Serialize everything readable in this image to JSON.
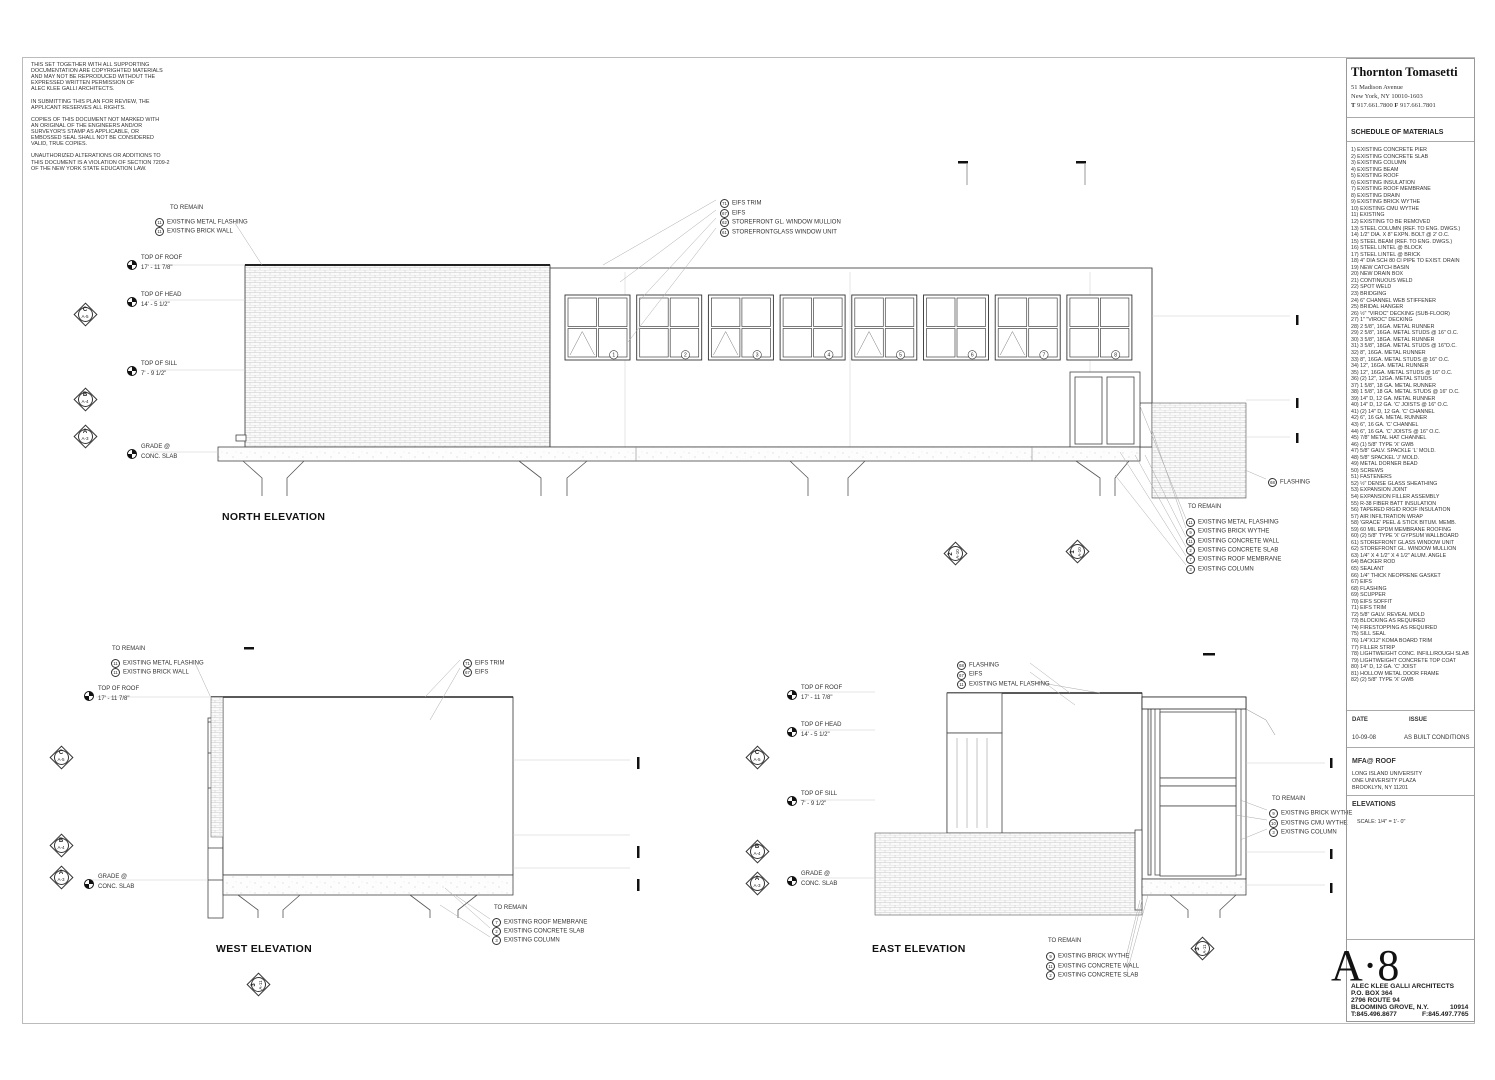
{
  "copyright_notice": [
    "THIS SET TOGETHER WITH ALL SUPPORTING",
    "DOCUMENTATION ARE COPYRIGHTED MATERIALS",
    "AND MAY NOT BE REPRODUCED WITHOUT THE",
    "EXPRESSED WRITTEN PERMISSION OF",
    "ALEC KLEE GALLI ARCHITECTS.",
    "",
    "IN SUBMITTING THIS PLAN FOR REVIEW, THE",
    "APPLICANT RESERVES ALL RIGHTS.",
    "",
    "COPIES OF THIS DOCUMENT NOT MARKED WITH",
    "AN ORIGINAL OF THE ENGINEERS AND/OR",
    "SURVEYOR'S STAMP AS APPLICABLE, OR",
    "EMBOSSED SEAL SHALL NOT BE CONSIDERED",
    "VALID, TRUE COPIES.",
    "",
    "UNAUTHORIZED ALTERATIONS OR ADDITIONS TO",
    "THIS DOCUMENT IS A VIOLATION OF SECTION 7209-2",
    "OF THE NEW YORK STATE EDUCATION LAW."
  ],
  "title_block": {
    "firm": "Thornton Tomasetti",
    "address_1": "51 Madison Avenue",
    "address_2": "New York, NY 10010-1603",
    "phone_label_t": "T",
    "phone_t": "917.661.7800",
    "phone_label_f": "F",
    "phone_f": "917.661.7801",
    "schedule_title": "SCHEDULE OF MATERIALS",
    "materials": [
      "1)   EXISTING CONCRETE PIER",
      "2)   EXISTING CONCRETE SLAB",
      "3)   EXISTING COLUMN",
      "4)   EXISTING  BEAM",
      "5)   EXISTING  ROOF",
      "6)   EXISTING INSULATION",
      "7)   EXISTING ROOF MEMBRANE",
      "8)   EXISTING DRAIN",
      "9)   EXISTING BRICK WYTHE",
      "10) EXISTING CMU WYTHE",
      "11) EXISTING",
      "12) EXISTING TO BE REMOVED",
      "13) STEEL COLUMN (REF. TO ENG. DWGS.)",
      "14) 1/2\" DIA. X 8\" EXPN. BOLT @ 2' O.C.",
      "15) STEEL BEAM (REF. TO ENG. DWGS.)",
      "16) STEEL LINTEL @ BLOCK",
      "17) STEEL LINTEL @ BRICK",
      "18) 4\" DIA SCH 80 CI PIPE TO EXIST. DRAIN",
      "19) NEW CATCH BASIN",
      "20) NEW DRAIN BOX",
      "21) CONTINUOUS WELD",
      "22) SPOT WELD",
      "23) BRIDGING",
      "24) 6\" CHANNEL WEB STIFFENER",
      "25) BRIDAL HANGER",
      "26) ½\" \"VIROC\" DECKING (SUB-FLOOR)",
      "27) 1\" \"VIROC\" DECKING",
      "28) 2 5/8\", 16GA. METAL RUNNER",
      "29) 2 5/8\", 16GA. METAL STUDS @ 16\" O.C.",
      "30) 3  5/8\", 18GA. METAL RUNNER",
      "31) 3  5/8\", 18GA. METAL STUDS @ 16\"O.C.",
      "32) 8\", 16GA. METAL RUNNER",
      "33) 8\", 16GA. METAL STUDS @ 16\" O.C.",
      "34) 12\", 16GA. METAL RUNNER",
      "35) 12\", 16GA. METAL STUDS @ 16\" O.C.",
      "36) (2) 12\", 12GA. METAL STUDS",
      "37) 1 5/8\", 18 GA. METAL RUNNER",
      "38) 1 5/8\", 18 GA. METAL STUDS @ 16\" O.C.",
      "39) 14\" D, 12 GA. METAL RUNNER",
      "40) 14\" D, 12 GA. 'C' JOISTS @ 16\" O.C.",
      "41) (2) 14\" D, 12 GA. 'C' CHANNEL",
      "42) 6\", 16 GA. METAL RUNNER",
      "43) 6\", 16 GA. 'C' CHANNEL",
      "44) 6\", 16 GA. 'C' JOISTS @ 16\" O.C.",
      "45) 7/8\" METAL HAT CHANNEL",
      "46) (1) 5/8\" TYPE 'X' GWB",
      "47) 5/8\" GALV. SPACKLE 'L' MOLD.",
      "48) 5/8\" SPACKEL 'J' MOLD.",
      "49) METAL DORNER BEAD",
      "50) SCREWS",
      "51) FASTENERS",
      "52) ½\" DENSE GLASS SHEATHING",
      "53) EXPANSION JOINT",
      "54) EXPANSION FILLER ASSEMBLY",
      "55) R-38 FIBER BATT INSULATION",
      "56) TAPERED RIGID ROOF INSULATION",
      "57) AIR INFILTRATION WRAP",
      "58) 'GRACE' PEEL & STICK BITUM. MEMB.",
      "59) 60 MIL EPDM MEMBRANE ROOFING",
      "60) (2) 5/8\" TYPE 'X' GYPSUM WALLBOARD",
      "61) STOREFRONT GLASS WINDOW UNIT",
      "62) STOREFRONT GL. WINDOW MULLION",
      "63) 1/4\" X 4 1/2\" X 4 1/2\" ALUM. ANGLE",
      "64) BACKER ROD",
      "65) SEALANT",
      "66) 1/4\" THICK NEOPRENE GASKET",
      "67) EIFS",
      "68) FLASHING",
      "69) SCUPPER",
      "70) EIFS SOFFIT",
      "71) EIFS TRIM",
      "72) 5/8\" GALV. REVEAL MOLD",
      "73) BLOCKING AS REQUIRED",
      "74) FIRESTOPPING AS REQUIRED",
      "75) SILL SEAL",
      "76) 1/4\"X12\" KOMA BOARD TRIM",
      "77) FILLER STRIP",
      "78) LIGHTWEIGHT CONC. INFILL/ROUGH SLAB",
      "79) LIGHTWEIGHT CONCRETE TOP COAT",
      "80) 14\" D, 12 GA. 'C' JOIST",
      "81) HOLLOW METAL DOOR FRAME",
      "82) (2) 5/8\" TYPE 'X' GWB"
    ],
    "date_label": "DATE",
    "issue_label": "ISSUE",
    "date_value": "10-09-08",
    "issue_value": "AS BUILT CONDITIONS",
    "project_title": "MFA@ ROOF",
    "project_line_1": "LONG ISLAND UNIVERSITY",
    "project_line_2": "ONE UNIVERSITY PLAZA",
    "project_line_3": "BROOKLYN, NY 11201",
    "sheet_title": "ELEVATIONS",
    "scale": "SCALE:  1/4\" = 1'- 0\"",
    "sheet_number": "A·8",
    "architect_1": "ALEC KLEE GALLI ARCHITECTS",
    "architect_2": "P.O. BOX 364",
    "architect_3": "2796 ROUTE 94",
    "architect_4": "BLOOMING GROVE, N.Y.",
    "architect_zip": "10914",
    "architect_phone": "T:845.496.8677",
    "architect_fax": "F:845.497.7765"
  },
  "north": {
    "title": "NORTH ELEVATION",
    "levels": [
      {
        "name": "TOP OF ROOF",
        "value": "17' - 11 7/8\""
      },
      {
        "name": "TOP OF HEAD",
        "value": "14' - 5 1/2\""
      },
      {
        "name": "TOP OF SILL",
        "value": "7' - 9 1/2\""
      },
      {
        "name": "GRADE @",
        "value": "CONC. SLAB"
      }
    ],
    "sections": [
      {
        "letter": "C",
        "sheet": "A-5"
      },
      {
        "letter": "B",
        "sheet": "A-4"
      },
      {
        "letter": "A",
        "sheet": "A-3"
      }
    ],
    "top_left_note_title": "TO REMAIN",
    "top_left_notes": [
      {
        "num": "11",
        "text": "EXISTING METAL FLASHING"
      },
      {
        "num": "11",
        "text": "EXISTING BRICK WALL"
      }
    ],
    "top_notes": [
      {
        "num": "71",
        "text": "EIFS TRIM"
      },
      {
        "num": "67",
        "text": "EIFS"
      },
      {
        "num": "62",
        "text": "STOREFRONT GL. WINDOW MULLION"
      },
      {
        "num": "61",
        "text": "STOREFRONTGLASS WINDOW UNIT"
      }
    ],
    "window_numbers": [
      "1",
      "2",
      "3",
      "4",
      "5",
      "6",
      "7",
      "8"
    ],
    "flashing_note": {
      "num": "68",
      "text": "FLASHING"
    },
    "bottom_note_title": "TO REMAIN",
    "bottom_notes": [
      {
        "num": "11",
        "text": "EXISTING METAL FLASHING"
      },
      {
        "num": "9",
        "text": "EXISTING BRICK WYTHE"
      },
      {
        "num": "11",
        "text": "EXISTING CONCRETE WALL"
      },
      {
        "num": "2",
        "text": "EXISTING CONCRETE SLAB"
      },
      {
        "num": "7",
        "text": "EXISTING ROOF MEMBRANE"
      },
      {
        "num": "3",
        "text": "EXISTING COLUMN"
      }
    ],
    "detail_tags": [
      {
        "num": "2",
        "sheet": "A-10"
      },
      {
        "num": "1",
        "sheet": "A-10"
      }
    ]
  },
  "west": {
    "title": "WEST  ELEVATION",
    "levels": [
      {
        "name": "TOP OF ROOF",
        "value": "17' - 11 7/8\""
      },
      {
        "name": "GRADE @",
        "value": "CONC. SLAB"
      }
    ],
    "sections": [
      {
        "letter": "C",
        "sheet": "A-5"
      },
      {
        "letter": "B",
        "sheet": "A-4"
      },
      {
        "letter": "A",
        "sheet": "A-3"
      }
    ],
    "top_left_note_title": "TO REMAIN",
    "top_left_notes": [
      {
        "num": "11",
        "text": "EXISTING METAL FLASHING"
      },
      {
        "num": "11",
        "text": "EXISTING BRICK WALL"
      }
    ],
    "top_notes": [
      {
        "num": "71",
        "text": "EIFS TRIM"
      },
      {
        "num": "67",
        "text": "EIFS"
      }
    ],
    "bottom_note_title": "TO REMAIN",
    "bottom_notes": [
      {
        "num": "7",
        "text": "EXISTING ROOF MEMBRANE"
      },
      {
        "num": "2",
        "text": "EXISTING CONCRETE SLAB"
      },
      {
        "num": "3",
        "text": "EXISTING COLUMN"
      }
    ],
    "detail_tag": {
      "num": "3",
      "sheet": "A-11"
    }
  },
  "east": {
    "title": "EAST  ELEVATION",
    "levels": [
      {
        "name": "TOP OF ROOF",
        "value": "17' - 11 7/8\""
      },
      {
        "name": "TOP OF HEAD",
        "value": "14' - 5 1/2\""
      },
      {
        "name": "TOP OF SILL",
        "value": "7' - 9 1/2\""
      },
      {
        "name": "GRADE @",
        "value": "CONC. SLAB"
      }
    ],
    "sections": [
      {
        "letter": "C",
        "sheet": "A-5"
      },
      {
        "letter": "B",
        "sheet": "A-4"
      },
      {
        "letter": "A",
        "sheet": "A-3"
      }
    ],
    "top_notes": [
      {
        "num": "68",
        "text": "FLASHING"
      },
      {
        "num": "67",
        "text": "EIFS"
      },
      {
        "num": "11",
        "text": "EXISTING METAL FLASHING"
      }
    ],
    "right_note_title": "TO REMAIN",
    "right_notes": [
      {
        "num": "9",
        "text": "EXISTING BRICK WYTHE"
      },
      {
        "num": "10",
        "text": "EXISTING CMU WYTHE"
      },
      {
        "num": "3",
        "text": "EXISTING COLUMN"
      }
    ],
    "bottom_note_title": "TO REMAIN",
    "bottom_notes": [
      {
        "num": "9",
        "text": "EXISTING BRICK WYTHE"
      },
      {
        "num": "11",
        "text": "EXISTING CONCRETE WALL"
      },
      {
        "num": "2",
        "text": "EXISTING CONCRETE SLAB"
      }
    ],
    "detail_tag": {
      "num": "3",
      "sheet": "A-11"
    }
  }
}
